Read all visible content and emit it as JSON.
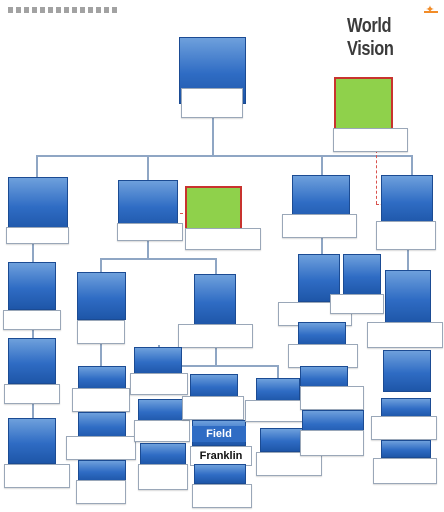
{
  "header": {
    "logo_text": "World Vision"
  },
  "chart": {
    "name_card": {
      "line1": "Field",
      "line2": "Franklin"
    }
  },
  "colors": {
    "box_blue": "#2f6cc4",
    "highlight_green": "#8fd14b",
    "highlight_border": "#c8332e",
    "connector": "#8fa6c4",
    "logo_accent": "#f28c28"
  }
}
